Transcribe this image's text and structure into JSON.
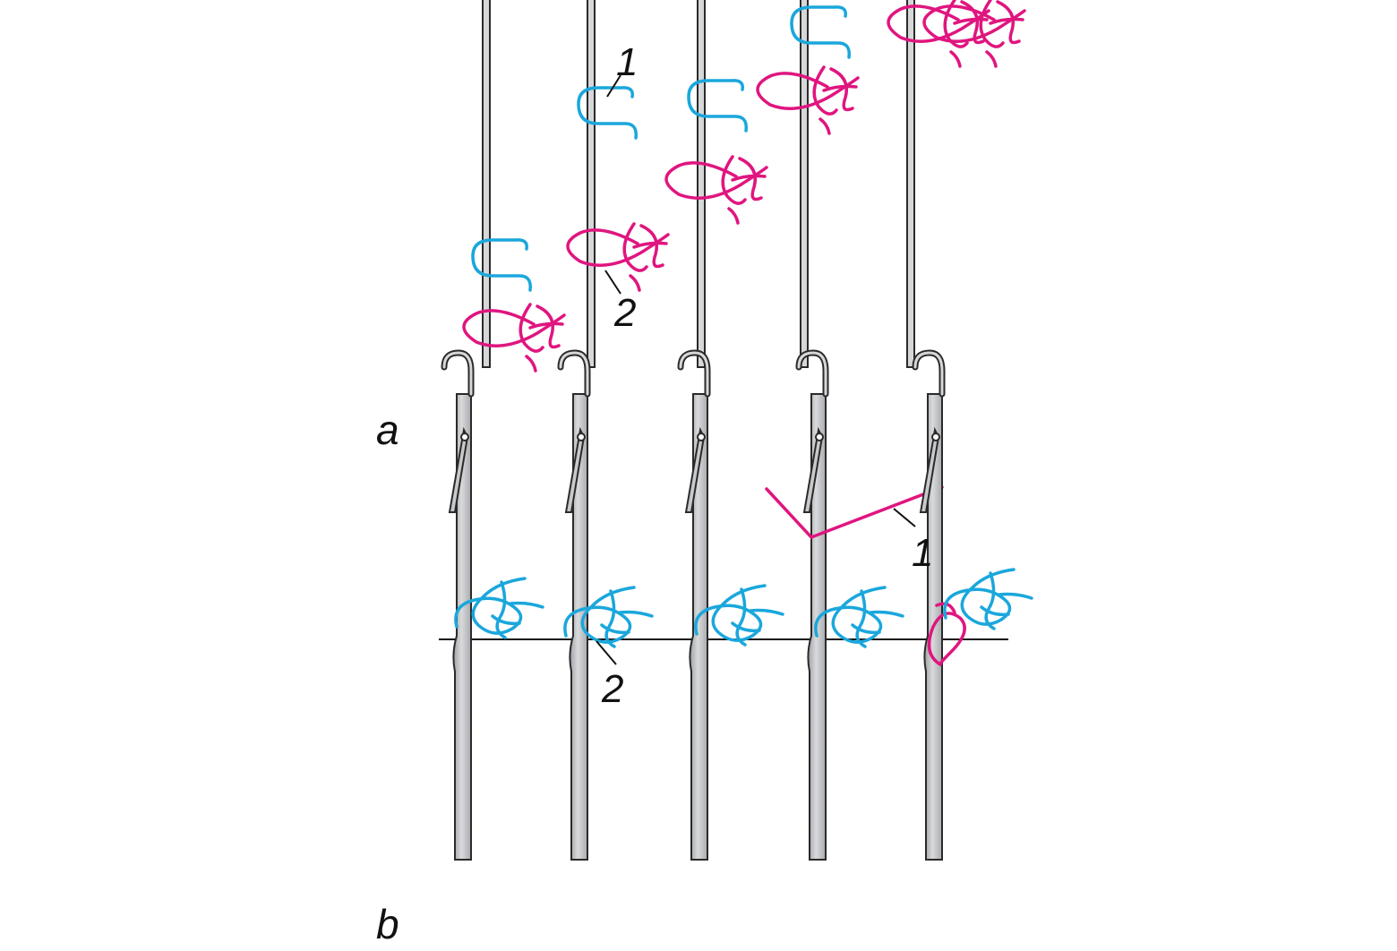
{
  "panel_a": {
    "label": "a",
    "callout_1": "1",
    "callout_2": "2"
  },
  "panel_b": {
    "label": "b",
    "callout_1": "1",
    "callout_2": "2"
  },
  "colors": {
    "new_yarn": "#1aa7dc",
    "old_loop": "#e0157f",
    "needle_outline": "#2a2a2a",
    "needle_fill": "#c8c9cb",
    "background": "#ffffff"
  }
}
